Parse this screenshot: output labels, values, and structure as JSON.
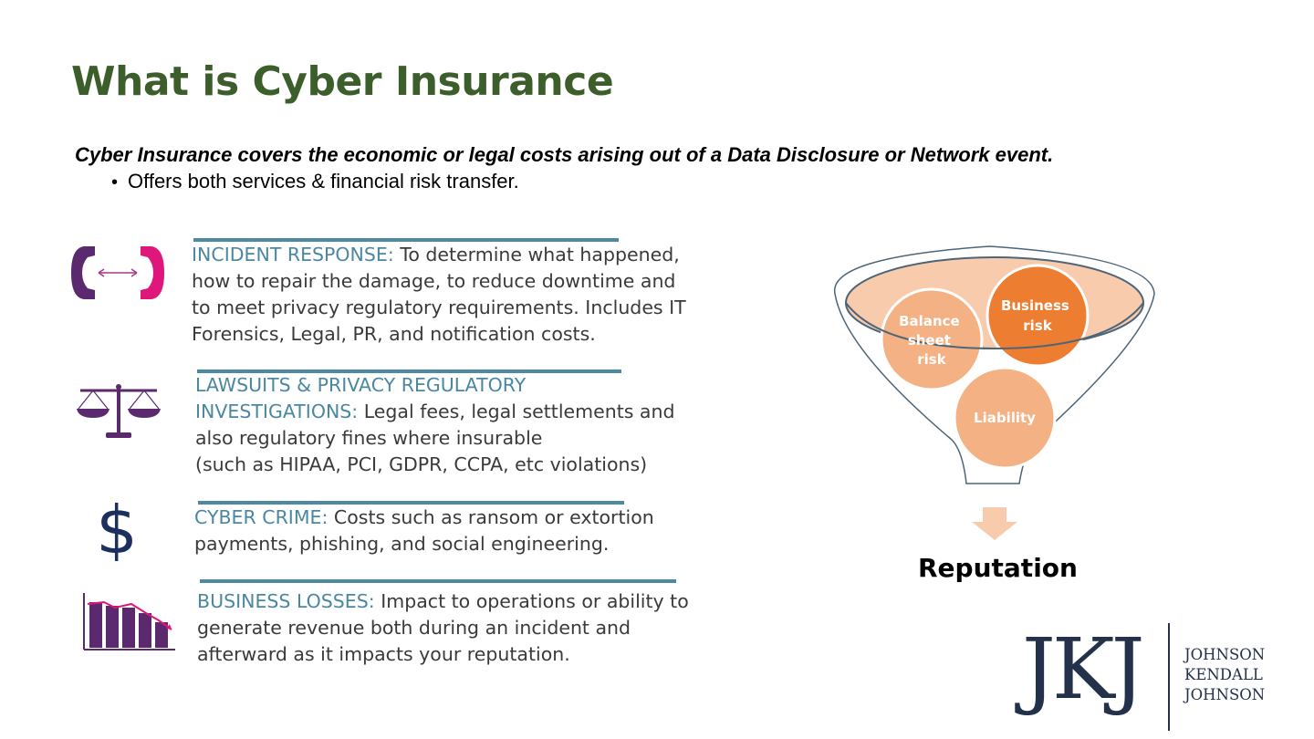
{
  "slide": {
    "title": "What is Cyber Insurance",
    "subtitle": "Cyber Insurance covers the economic or legal costs arising out of a Data Disclosure or Network event.",
    "bullet": "Offers both services & financial risk transfer."
  },
  "items": [
    {
      "icon": "phone-exchange-icon",
      "heading": "INCIDENT RESPONSE:",
      "body_lines": [
        " To determine what happened,",
        "how to repair the damage, to reduce downtime and",
        "to meet privacy regulatory requirements. Includes IT",
        "Forensics, Legal, PR, and notification costs."
      ]
    },
    {
      "icon": "scales-icon",
      "heading_lines": [
        "LAWSUITS & PRIVACY REGULATORY",
        "INVESTIGATIONS:"
      ],
      "body_lines": [
        " Legal fees, legal settlements and",
        "also regulatory fines where insurable",
        "(such as HIPAA, PCI, GDPR, CCPA, etc violations)"
      ]
    },
    {
      "icon": "dollar-icon",
      "heading": "CYBER CRIME:",
      "body_lines": [
        " Costs such as ransom or extortion",
        "payments, phishing, and social engineering."
      ]
    },
    {
      "icon": "declining-chart-icon",
      "heading": "BUSINESS LOSSES:",
      "body_lines": [
        " Impact to operations or ability to",
        "generate revenue both during an incident and",
        "afterward as it impacts your reputation."
      ]
    }
  ],
  "funnel": {
    "circles": [
      {
        "label_lines": [
          "Balance",
          "sheet",
          "risk"
        ],
        "color": "#f4b183"
      },
      {
        "label_lines": [
          "Business",
          "risk"
        ],
        "color": "#ed7d31"
      },
      {
        "label_lines": [
          "Liability"
        ],
        "color": "#f4b183"
      }
    ],
    "output_label": "Reputation",
    "funnel_fill": "#f8cbad",
    "outline_color": "#4d6578"
  },
  "logo": {
    "letters": "JKJ",
    "words": [
      "JOHNSON",
      "KENDALL",
      "JOHNSON"
    ]
  },
  "colors": {
    "title": "#3b5e2b",
    "heading_blue": "#4a87a1",
    "rule_blue": "#4e89a2",
    "icon_purple": "#5b2a6e",
    "icon_magenta": "#e0177a",
    "logo_navy": "#23324a"
  }
}
